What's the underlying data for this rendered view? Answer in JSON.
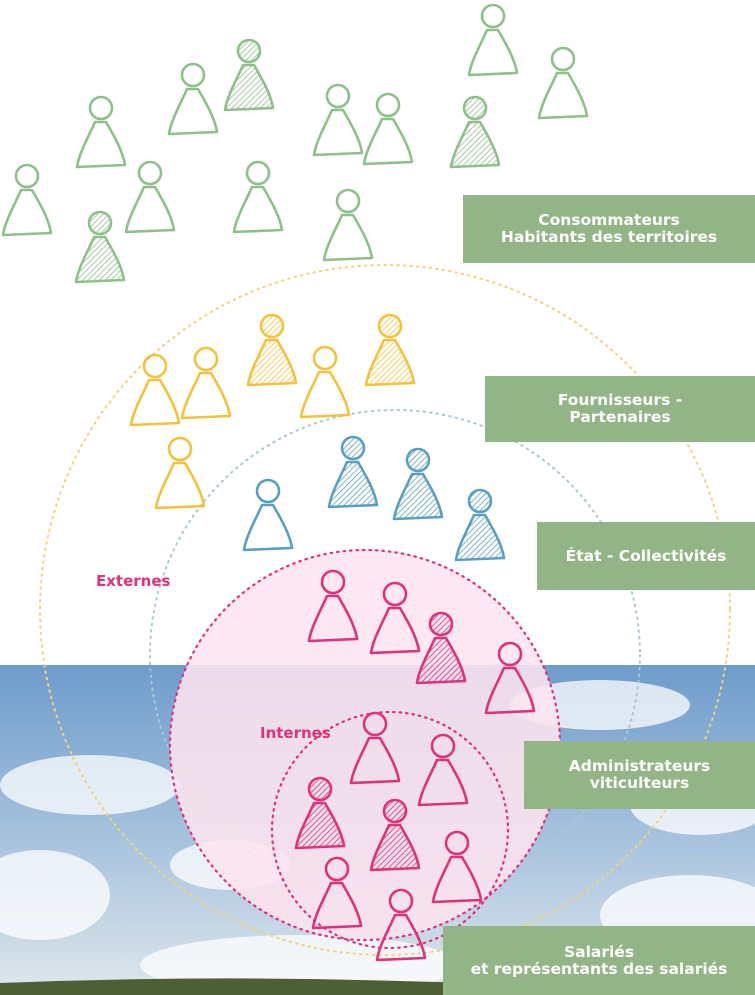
{
  "colors": {
    "consumers": "#8fbf8a",
    "suppliers": "#f2c23c",
    "state": "#5a9fc0",
    "internal": "#e0317b",
    "label_bg": "#93b487",
    "internal_fill": "#fde4ee"
  },
  "labels": {
    "consumers": [
      "Consommateurs",
      "Habitants des territoires"
    ],
    "suppliers": [
      "Fournisseurs -",
      "Partenaires"
    ],
    "state": [
      "État - Collectivités"
    ],
    "administrators": [
      "Administrateurs",
      "viticulteurs"
    ],
    "employees": [
      "Salariés",
      "et représentants des salariés"
    ]
  },
  "groups": {
    "external": "Externes",
    "internal": "Internes"
  },
  "icons": {
    "person": "person-icon",
    "person_highlighted": "person-hatched-icon"
  }
}
